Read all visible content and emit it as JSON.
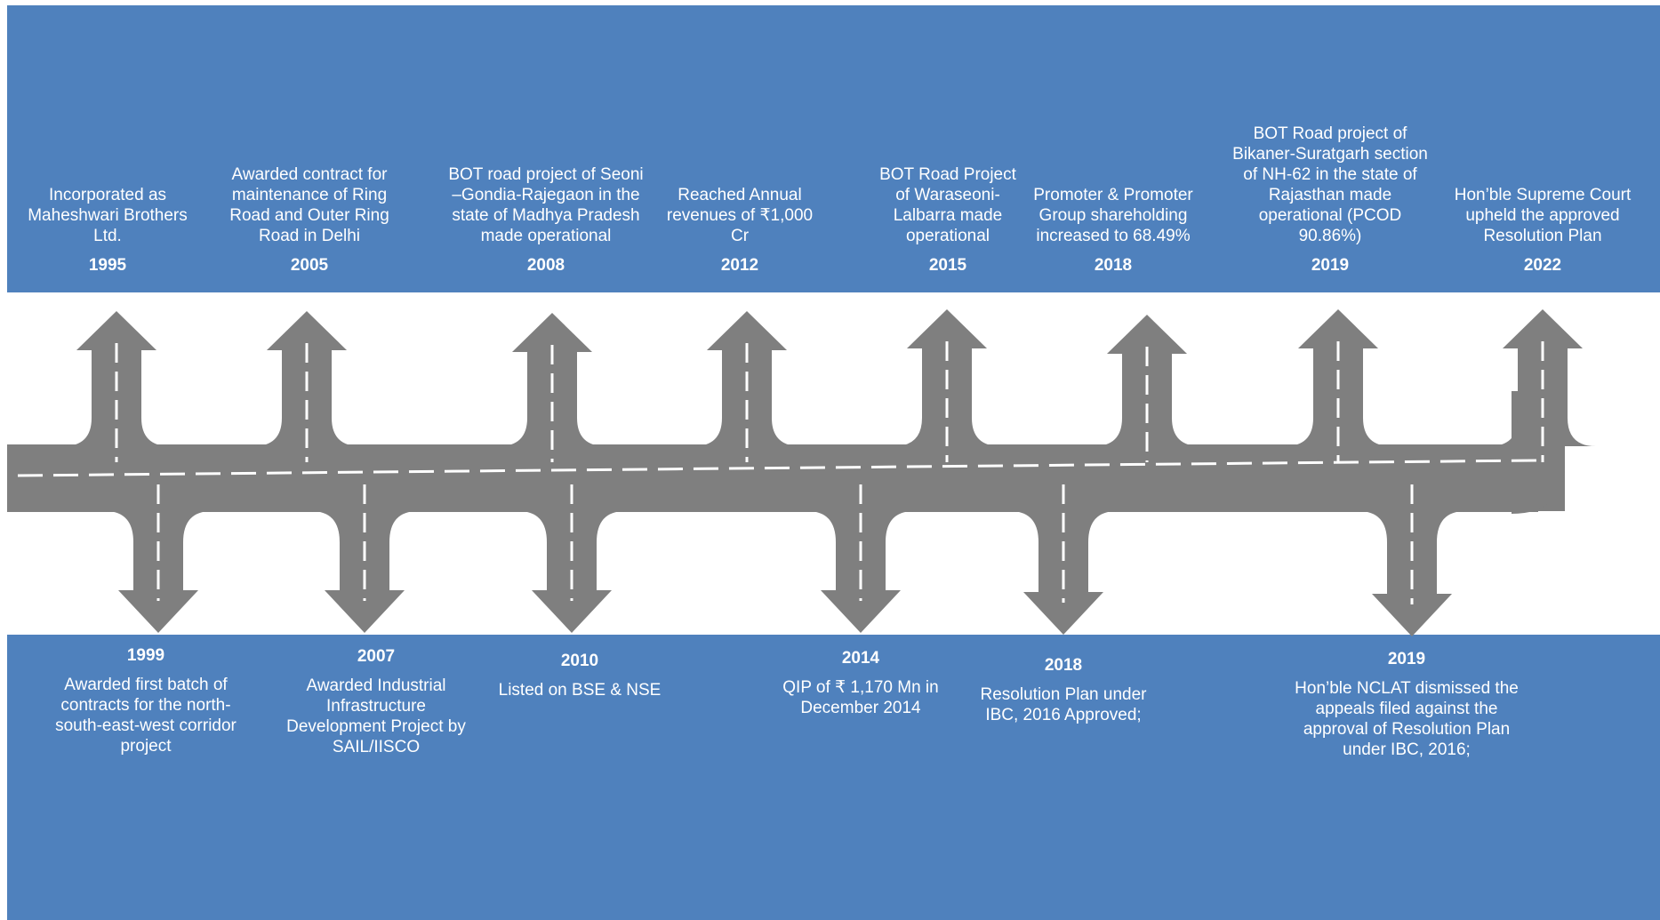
{
  "colors": {
    "band": "#4f81bd",
    "road": "#7f7f7f",
    "dash": "#ffffff",
    "text": "#ffffff"
  },
  "top_events": [
    {
      "year": "1995",
      "text": "Incorporated as Maheshwari Brothers Ltd."
    },
    {
      "year": "2005",
      "text": "Awarded contract for maintenance of Ring Road and Outer Ring Road in Delhi"
    },
    {
      "year": "2008",
      "text": "BOT road project of Seoni –Gondia-Rajegaon in the state of Madhya Pradesh made operational"
    },
    {
      "year": "2012",
      "text": "Reached Annual revenues of ₹1,000 Cr"
    },
    {
      "year": "2015",
      "text": "BOT Road Project of Waraseoni-Lalbarra made operational"
    },
    {
      "year": "2018",
      "text": "Promoter & Promoter Group shareholding increased to 68.49%"
    },
    {
      "year": "2019",
      "text": "BOT Road project of Bikaner-Suratgarh section of NH-62 in the state  of Rajasthan made operational   (PCOD 90.86%)"
    },
    {
      "year": "2022",
      "text": "Hon’ble Supreme Court upheld the approved Resolution Plan"
    }
  ],
  "bottom_events": [
    {
      "year": "1999",
      "text": "Awarded first batch of contracts for the north-south-east-west corridor project"
    },
    {
      "year": "2007",
      "text": "Awarded Industrial Infrastructure Development Project by SAIL/IISCO"
    },
    {
      "year": "2010",
      "text": "Listed on BSE & NSE"
    },
    {
      "year": "2014",
      "text": "QIP of ₹ 1,170 Mn in December 2014"
    },
    {
      "year": "2018",
      "text": "Resolution Plan under IBC, 2016 Approved;"
    },
    {
      "year": "2019",
      "text": "Hon’ble NCLAT dismissed the appeals filed against the approval of Resolution Plan under IBC, 2016;"
    }
  ]
}
